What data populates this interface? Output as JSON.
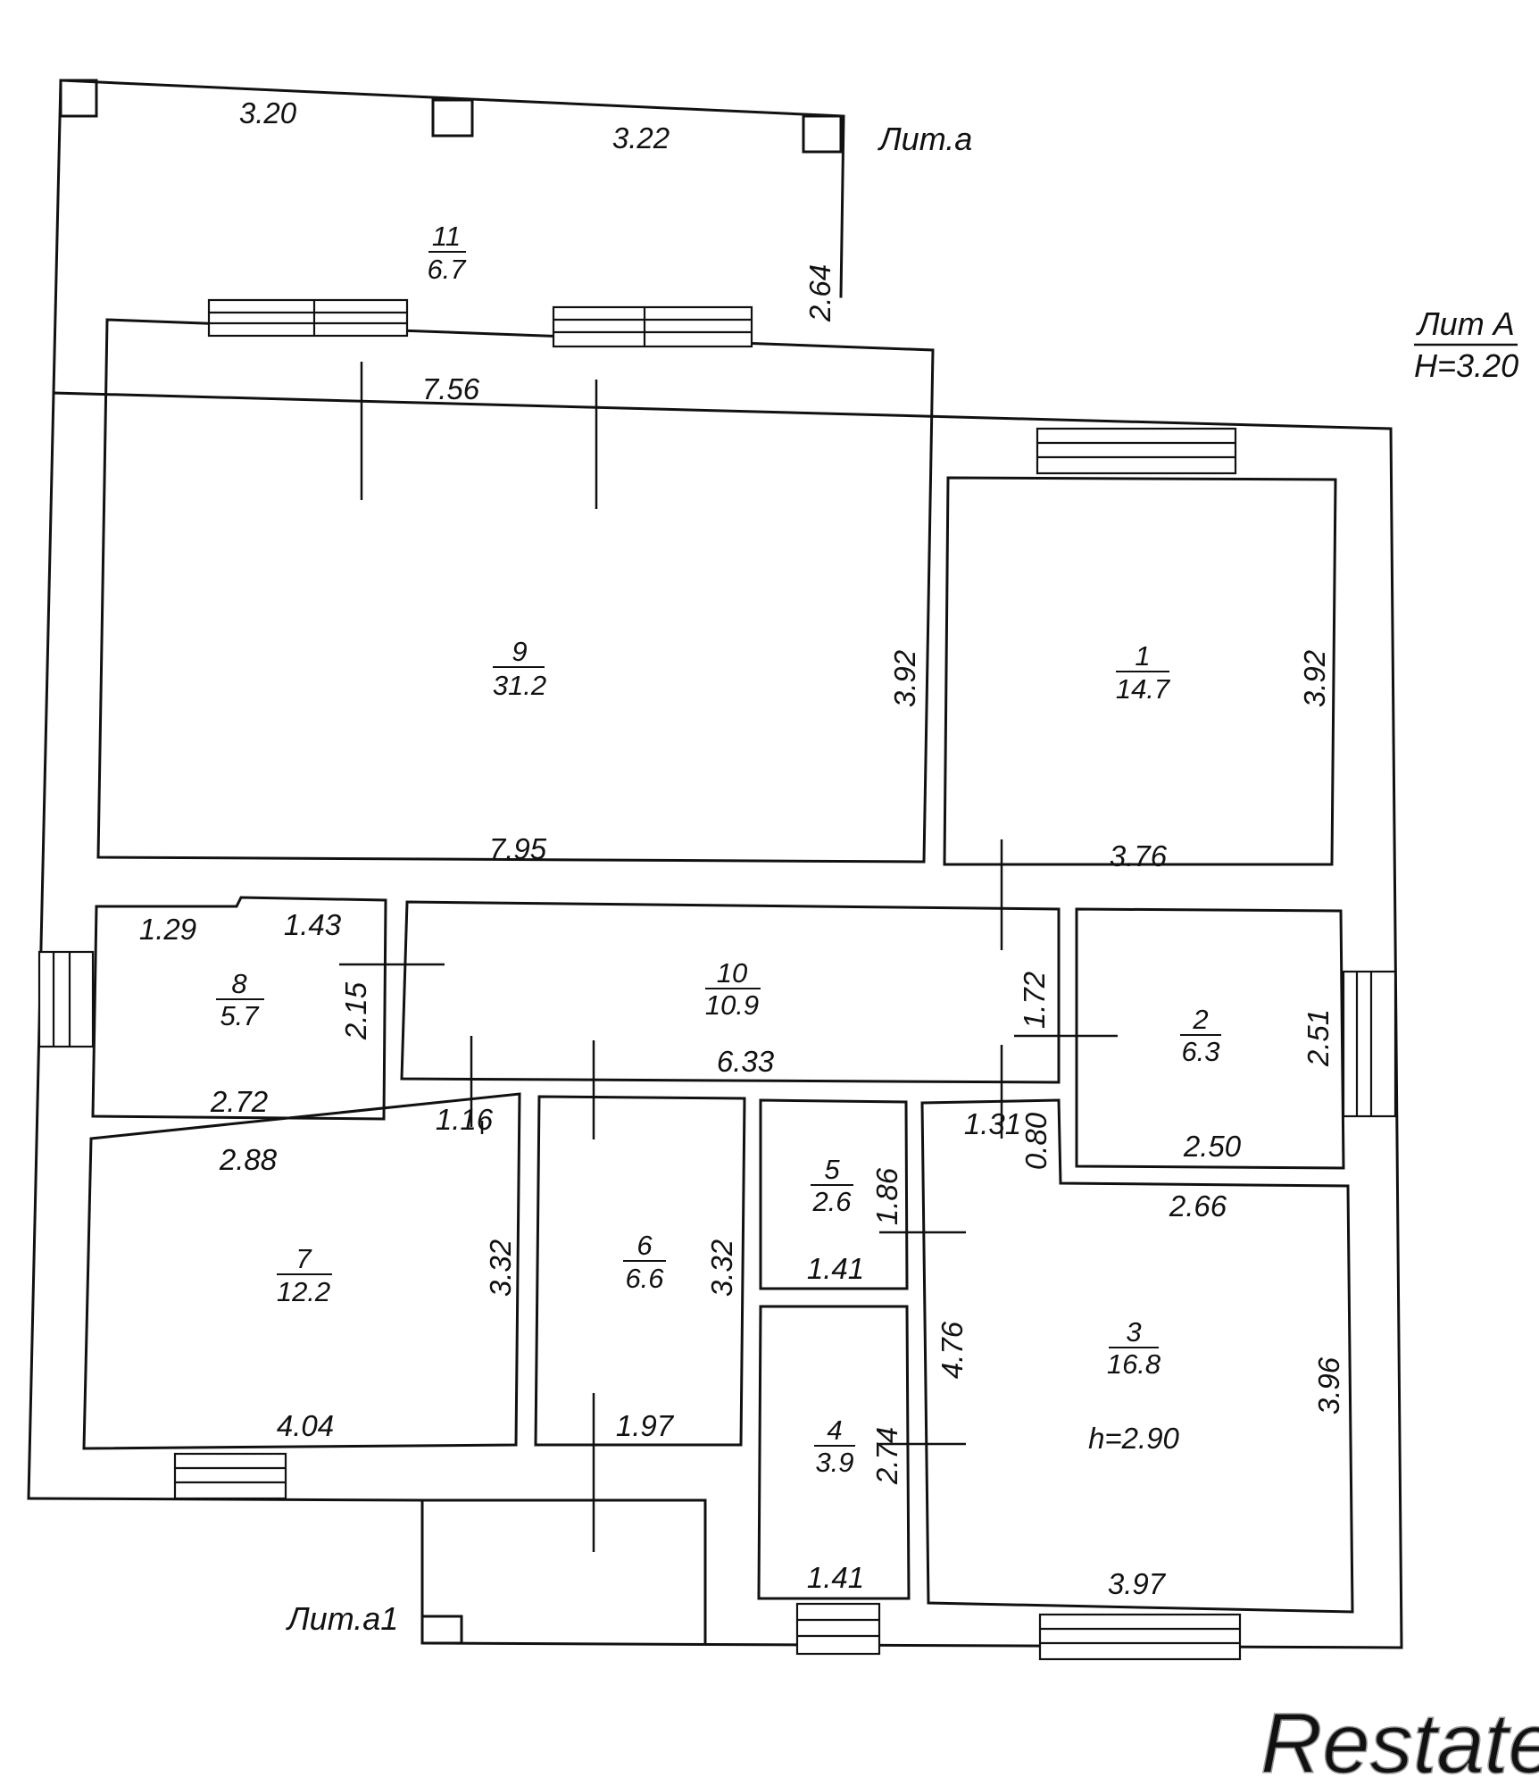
{
  "building_labels": {
    "lit_a_small": "Лит.а",
    "lit_A": "Лит А",
    "height_A": "Н=3.20",
    "lit_a1": "Лит.а1"
  },
  "rooms": [
    {
      "id": "room-11",
      "number": "11",
      "area": "6.7"
    },
    {
      "id": "room-9",
      "number": "9",
      "area": "31.2"
    },
    {
      "id": "room-1",
      "number": "1",
      "area": "14.7"
    },
    {
      "id": "room-8",
      "number": "8",
      "area": "5.7"
    },
    {
      "id": "room-10",
      "number": "10",
      "area": "10.9"
    },
    {
      "id": "room-2",
      "number": "2",
      "area": "6.3"
    },
    {
      "id": "room-7",
      "number": "7",
      "area": "12.2"
    },
    {
      "id": "room-6",
      "number": "6",
      "area": "6.6"
    },
    {
      "id": "room-5",
      "number": "5",
      "area": "2.6"
    },
    {
      "id": "room-4",
      "number": "4",
      "area": "3.9"
    },
    {
      "id": "room-3",
      "number": "3",
      "area": "16.8",
      "note": "h=2.90"
    }
  ],
  "dimensions": {
    "r11_top_left": "3.20",
    "r11_top_right": "3.22",
    "r11_side": "2.64",
    "r11_bottom": "7.56",
    "r9_side": "3.92",
    "r9_bottom": "7.95",
    "r1_side": "3.92",
    "r1_bottom": "3.76",
    "r8_top_left": "1.29",
    "r8_top_right": "1.43",
    "r8_side": "2.15",
    "r8_bottom": "2.72",
    "r10_side": "1.72",
    "r10_bottom": "6.33",
    "r2_side": "2.51",
    "r2_bottom": "2.50",
    "door_width": "1.16",
    "r7_top": "2.88",
    "r7_side": "3.32",
    "r7_bottom": "4.04",
    "r6_side": "3.32",
    "r6_bottom": "1.97",
    "r5_side": "1.86",
    "r5_bottom": "1.41",
    "r3_top_a": "1.31",
    "r3_top_b": "0.80",
    "r3_top": "2.66",
    "r3_left": "4.76",
    "r3_side": "3.96",
    "r3_bottom": "3.97",
    "r4_side": "2.74",
    "r4_bottom": "1.41"
  },
  "watermark": "Restate"
}
